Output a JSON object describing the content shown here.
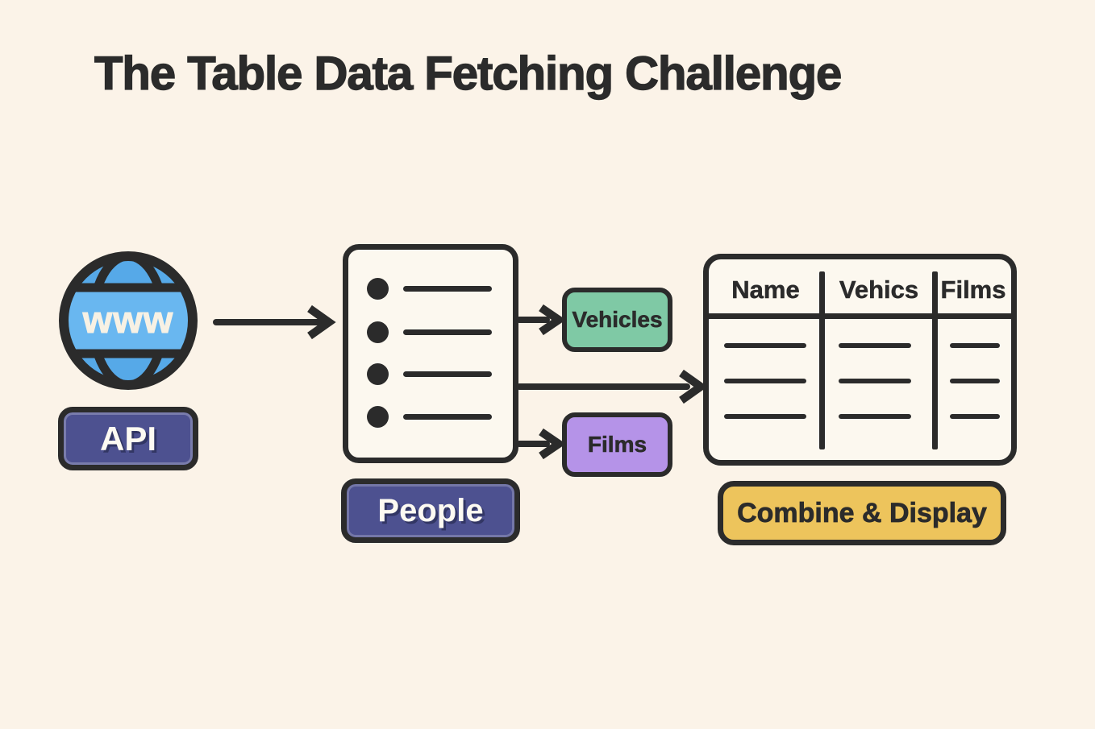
{
  "title": "The Table Data Fetching Challenge",
  "api_source": {
    "globe_text": "www",
    "label": "API"
  },
  "people_response": {
    "label": "People",
    "list_item_count": 4
  },
  "nested_endpoints": {
    "vehicles_label": "Vehicles",
    "films_label": "Films"
  },
  "result_table": {
    "columns": [
      "Name",
      "Vehics",
      "Films"
    ],
    "placeholder_rows_per_column": 3,
    "caption": "Combine & Display"
  },
  "colors": {
    "background": "#fbf3e8",
    "ink": "#2b2b2b",
    "globe_blue": "#56a9e8",
    "globe_band_blue": "#69b7f0",
    "globe_text": "#f7f1e4",
    "badge_indigo": "#4d5190",
    "vehicles_green": "#7fc9a5",
    "films_purple": "#b593e8",
    "combine_yellow": "#edc45c",
    "panel_fill": "#fcf8ef"
  }
}
